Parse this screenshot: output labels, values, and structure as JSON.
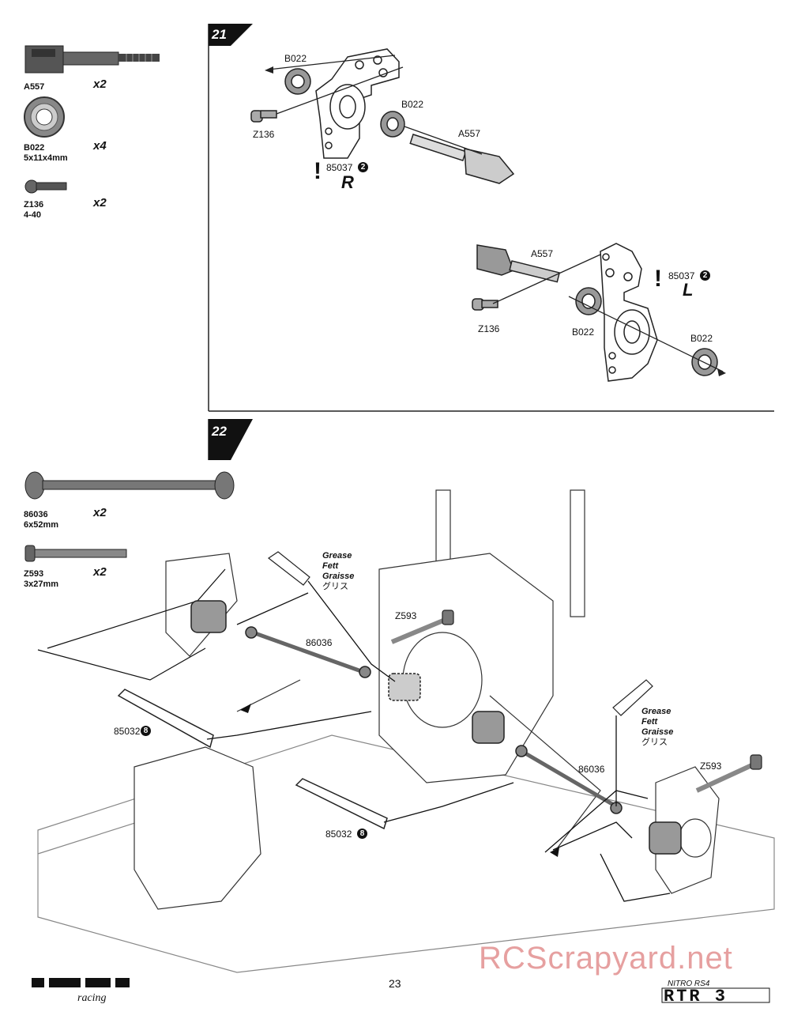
{
  "step21": {
    "number": "21",
    "parts": [
      {
        "code": "A557",
        "spec": "",
        "qty": "x2"
      },
      {
        "code": "B022",
        "spec": "5x11x4mm",
        "qty": "x4"
      },
      {
        "code": "Z136",
        "spec": "4-40",
        "qty": "x2"
      }
    ],
    "right": {
      "labels": {
        "b022_top": "B022",
        "b022_mid": "B022",
        "a557": "A557",
        "z136": "Z136"
      },
      "ref": "85037",
      "ref_num": "2",
      "side": "R",
      "bang": "!"
    },
    "left": {
      "labels": {
        "a557": "A557",
        "z136": "Z136",
        "b022_a": "B022",
        "b022_b": "B022"
      },
      "ref": "85037",
      "ref_num": "2",
      "side": "L",
      "bang": "!"
    }
  },
  "step22": {
    "number": "22",
    "parts": [
      {
        "code": "86036",
        "spec": "6x52mm",
        "qty": "x2"
      },
      {
        "code": "Z593",
        "spec": "3x27mm",
        "qty": "x2"
      }
    ],
    "grease_labels": [
      "Grease",
      "Fett",
      "Graisse",
      "グリス"
    ],
    "labels": {
      "z593_top": "Z593",
      "d86036_top": "86036",
      "ref_85032_a": "85032",
      "ref_85032_b": "85032",
      "ref_num": "8",
      "d86036_right": "86036",
      "z593_right": "Z593"
    }
  },
  "footer": {
    "page_number": "23",
    "brand_logo": "HPI RACING",
    "product_logo": "NITRO RS4 RTR 3",
    "watermark": "RCScrapyard.net"
  }
}
